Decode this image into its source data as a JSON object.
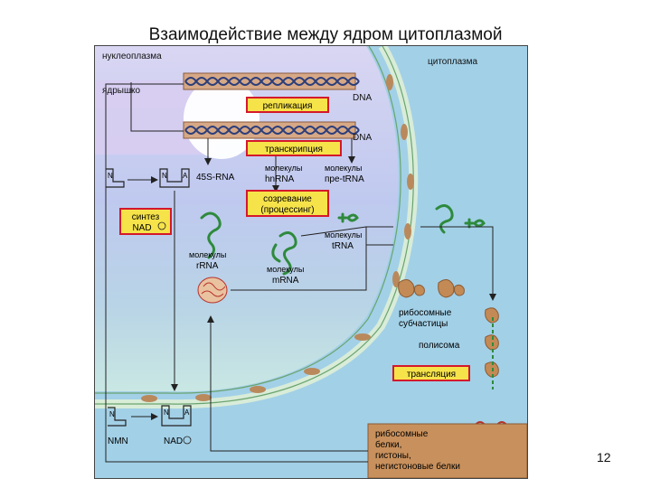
{
  "title": "Взаимодействие между ядром цитоплазмой",
  "page_number": "12",
  "diagram": {
    "label_nucleoplasm": "нуклеоплазма",
    "label_cytoplasm": "цитоплазма",
    "label_nucleolus": "ядрышко",
    "label_dna_1": "DNA",
    "label_dna_2": "DNA",
    "box_replication": "репликация",
    "box_transcription": "транскрипция",
    "box_processing_1": "созревание",
    "box_processing_2": "(процессинг)",
    "box_nad_synthesis_1": "синтез",
    "box_nad_synthesis_2": "NAD",
    "box_translation": "трансляция",
    "label_45s": "45S-RNA",
    "label_hnrna_1": "молекулы",
    "label_hnrna_2": "hnRNA",
    "label_pretrna_1": "молекулы",
    "label_pretrna_2": "пре-tRNA",
    "label_trna_1": "молекулы",
    "label_trna_2": "tRNA",
    "label_rrna_1": "молекулы",
    "label_rrna_2": "rRNA",
    "label_mrna_1": "молекулы",
    "label_mrna_2": "mRNA",
    "label_subunits_1": "рибосомные",
    "label_subunits_2": "субчастицы",
    "label_polysome": "полисома",
    "label_nmn": "NMN",
    "label_nad": "NAD",
    "nmn_letter_n": "N",
    "nad_letter_n": "N",
    "nad_letter_a": "A",
    "nad_top_letter_n": "N",
    "nad_top_letter_a": "A",
    "nmn_top_letter_n": "N",
    "proteins_1": "рибосомные",
    "proteins_2": "белки,",
    "proteins_3": "гистоны,",
    "proteins_4": "негистоновые белки",
    "colors": {
      "nucleus_fill": "#c6cff0",
      "cytoplasm_fill": "#8fc6e0",
      "nucleolus_fill": "#d6cdf0",
      "box_border": "#d4182b",
      "box_fill": "#f5e24a",
      "dna_bar": "#d8a987",
      "rna_green": "#2e8a3c",
      "ribosome_brown": "#c48a55",
      "protein_box": "#c8905c"
    }
  }
}
